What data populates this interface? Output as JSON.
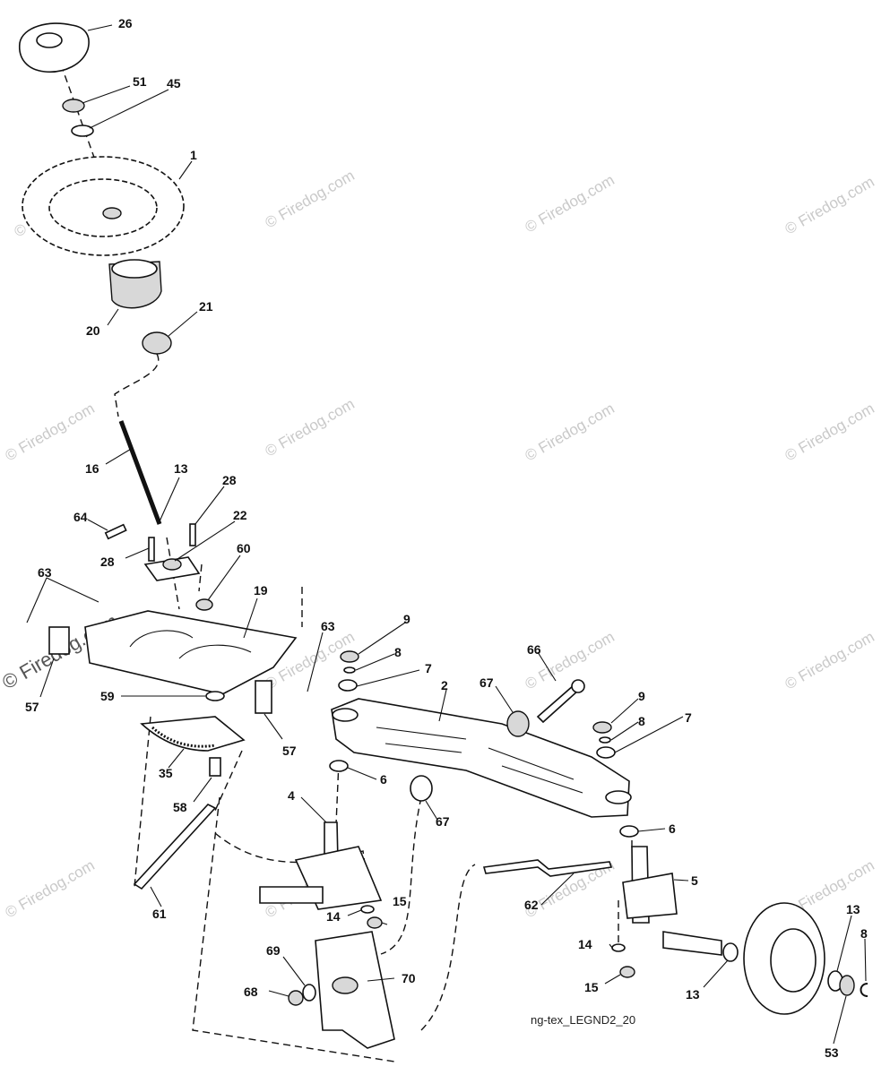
{
  "watermark": "© Firedog.com",
  "footer_code": "ng-tex_LEGND2_20",
  "callouts": [
    {
      "key": "c26",
      "text": "26"
    },
    {
      "key": "c51",
      "text": "51"
    },
    {
      "key": "c45",
      "text": "45"
    },
    {
      "key": "c1",
      "text": "1"
    },
    {
      "key": "c21",
      "text": "21"
    },
    {
      "key": "c20",
      "text": "20"
    },
    {
      "key": "c16",
      "text": "16"
    },
    {
      "key": "c13a",
      "text": "13"
    },
    {
      "key": "c28a",
      "text": "28"
    },
    {
      "key": "c64",
      "text": "64"
    },
    {
      "key": "c22",
      "text": "22"
    },
    {
      "key": "c28b",
      "text": "28"
    },
    {
      "key": "c60",
      "text": "60"
    },
    {
      "key": "c63a",
      "text": "63"
    },
    {
      "key": "c19",
      "text": "19"
    },
    {
      "key": "c63b",
      "text": "63"
    },
    {
      "key": "c57a",
      "text": "57"
    },
    {
      "key": "c59",
      "text": "59"
    },
    {
      "key": "c57b",
      "text": "57"
    },
    {
      "key": "c35",
      "text": "35"
    },
    {
      "key": "c58",
      "text": "58"
    },
    {
      "key": "c61",
      "text": "61"
    },
    {
      "key": "c9a",
      "text": "9"
    },
    {
      "key": "c8a",
      "text": "8"
    },
    {
      "key": "c7a",
      "text": "7"
    },
    {
      "key": "c66",
      "text": "66"
    },
    {
      "key": "c67a",
      "text": "67"
    },
    {
      "key": "c2",
      "text": "2"
    },
    {
      "key": "c9b",
      "text": "9"
    },
    {
      "key": "c8b",
      "text": "8"
    },
    {
      "key": "c7b",
      "text": "7"
    },
    {
      "key": "c6a",
      "text": "6"
    },
    {
      "key": "c67b",
      "text": "67"
    },
    {
      "key": "c4",
      "text": "4"
    },
    {
      "key": "c6b",
      "text": "6"
    },
    {
      "key": "c5",
      "text": "5"
    },
    {
      "key": "c62",
      "text": "62"
    },
    {
      "key": "c14a",
      "text": "14"
    },
    {
      "key": "c15a",
      "text": "15"
    },
    {
      "key": "c69",
      "text": "69"
    },
    {
      "key": "c70",
      "text": "70"
    },
    {
      "key": "c68",
      "text": "68"
    },
    {
      "key": "c14b",
      "text": "14"
    },
    {
      "key": "c15b",
      "text": "15"
    },
    {
      "key": "c13b",
      "text": "13"
    },
    {
      "key": "c13c",
      "text": "13"
    },
    {
      "key": "c8c",
      "text": "8"
    },
    {
      "key": "c53",
      "text": "53"
    }
  ]
}
